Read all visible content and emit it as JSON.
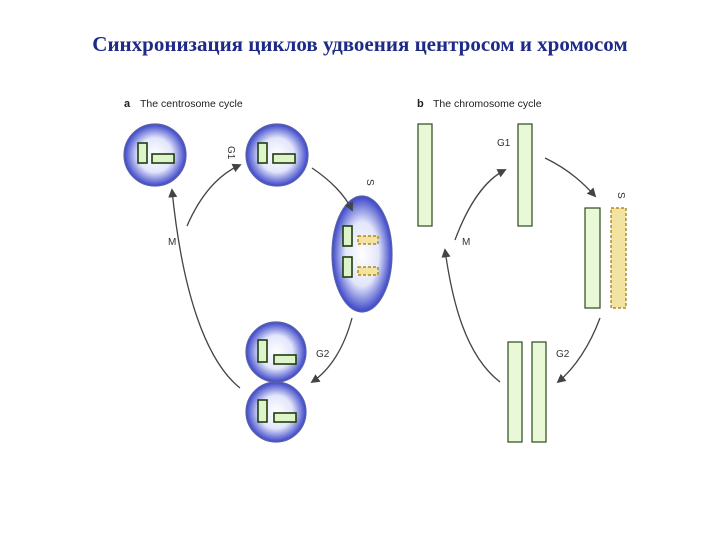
{
  "title": "Синхронизация циклов удвоения центросом и хромосом",
  "panel_a": {
    "letter": "a",
    "title": "The centrosome cycle",
    "labels": {
      "g1": "G1",
      "s": "S",
      "g2": "G2",
      "m": "M"
    }
  },
  "panel_b": {
    "letter": "b",
    "title": "The chromosome cycle",
    "labels": {
      "g1": "G1",
      "s": "S",
      "g2": "G2",
      "m": "M"
    }
  },
  "colors": {
    "title": "#1e2a86",
    "cell_center": "#ffffff",
    "cell_edge": "#3a45c8",
    "centriole": "#dff5c9",
    "new_material": "#f3e3a0"
  }
}
